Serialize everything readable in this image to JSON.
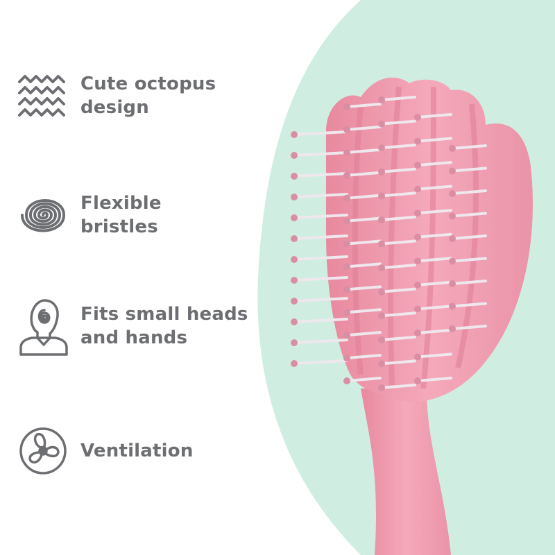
{
  "colors": {
    "text": "#6d6e71",
    "icon_stroke": "#6d6e71",
    "mint_background": "#cfeee1",
    "brush_pink": "#f2a0b3",
    "brush_pink_dark": "#e8899f",
    "bristle_pin": "#eee7ee",
    "bristle_ball": "#d98ea3"
  },
  "features": [
    {
      "icon": "waves-icon",
      "label": "Cute octopus\ndesign"
    },
    {
      "icon": "spiral-icon",
      "label": "Flexible\nbristles"
    },
    {
      "icon": "person-head-icon",
      "label": "Fits small heads\nand hands"
    },
    {
      "icon": "fan-icon",
      "label": "Ventilation"
    }
  ]
}
